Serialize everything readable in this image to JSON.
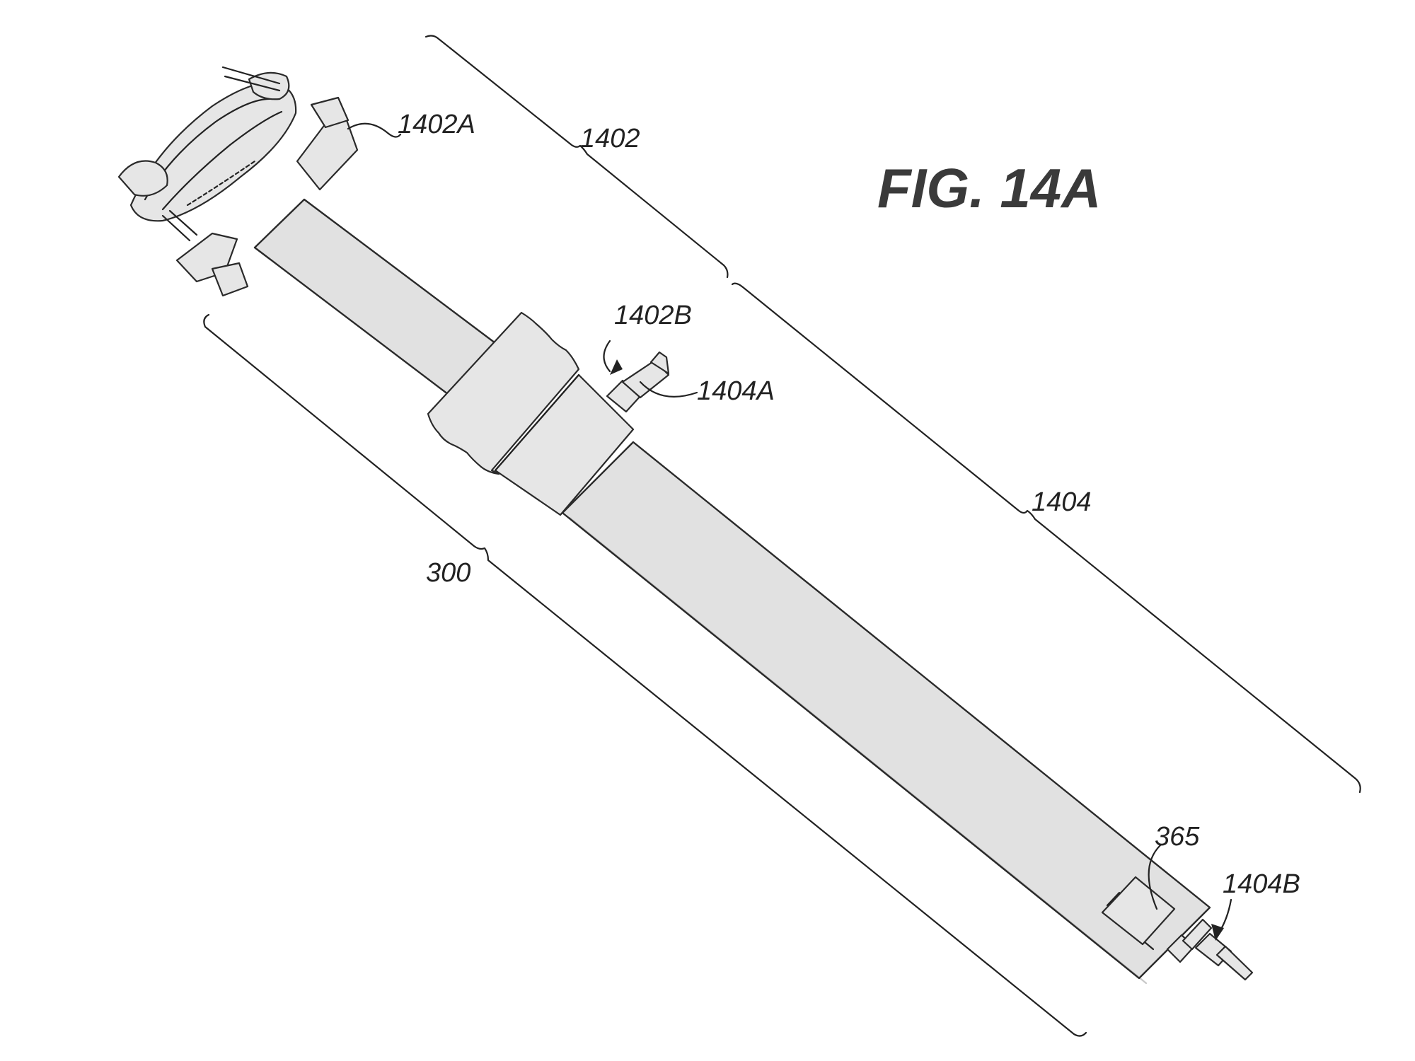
{
  "figure": {
    "title": "FIG. 14A",
    "labels": {
      "top_bracket": "1402",
      "bottom_bracket": "1404",
      "assembly_bracket": "300",
      "head_port": "1402A",
      "collar_port": "1402B",
      "collar_valve": "1404A",
      "end_port": "1404B",
      "component": "365"
    }
  }
}
